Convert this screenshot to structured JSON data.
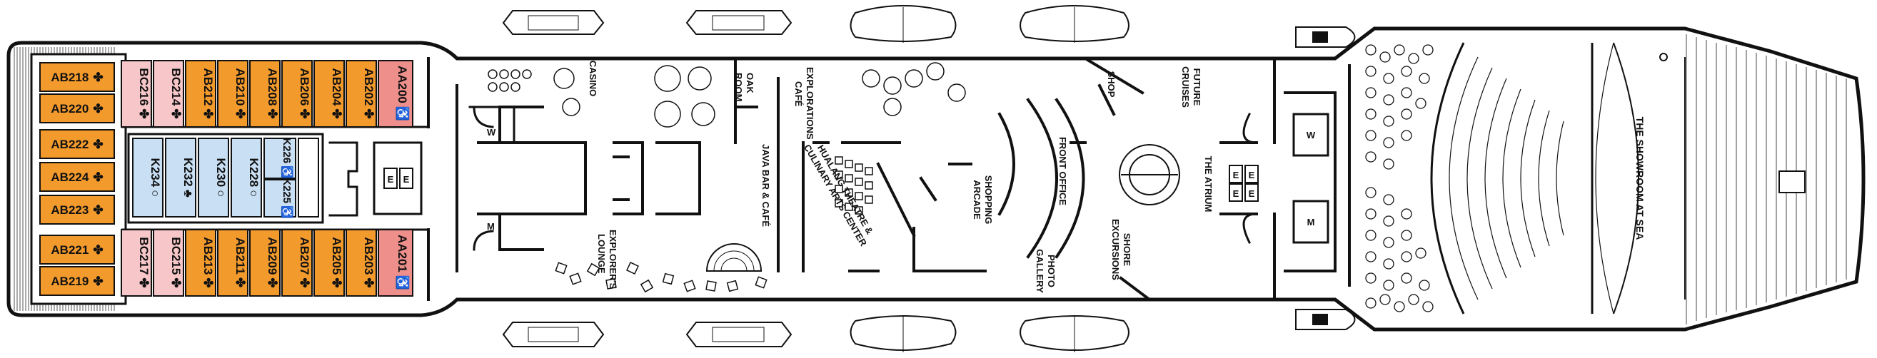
{
  "colors": {
    "balcony": "#f39a2c",
    "suite": "#f6c6c8",
    "accessible": "#ef8f8c",
    "interior": "#c9dff4",
    "outline": "#111111",
    "deck": "#ffffff"
  },
  "legend_symbols": {
    "four_person": "✤",
    "three_person": "♣",
    "two_person": "○",
    "accessible": "♿"
  },
  "cabins": {
    "aft_stack": [
      "AB218",
      "AB220",
      "AB222",
      "AB224",
      "AB223",
      "AB221",
      "AB219"
    ],
    "top_row": [
      "BC216",
      "BC214",
      "AB212",
      "AB210",
      "AB208",
      "AB206",
      "AB204",
      "AB202",
      "AA200"
    ],
    "bottom_row": [
      "BC217",
      "BC215",
      "AB213",
      "AB211",
      "AB209",
      "AB207",
      "AB205",
      "AB203",
      "AA201"
    ],
    "interior": [
      "K234",
      "K232",
      "K230",
      "K228",
      "K226",
      "K225"
    ]
  },
  "venues": {
    "casino": "CASINO",
    "oak_room": "OAK ROOM",
    "java_bar": "JAVA BAR & CAFÉ",
    "explorations_cafe": "EXPLORATIONS CAFÉ",
    "explorers_lounge": "EXPLORER'S LOUNGE",
    "theatre": "HUALANG THEATRE & CULINARY ARTS CENTER",
    "shopping_arcade": "SHOPPING ARCADE",
    "front_office": "FRONT OFFICE",
    "photo_gallery": "PHOTO GALLERY",
    "shop": "SHOP",
    "shore_excursions": "SHORE EXCURSIONS",
    "future_cruises": "FUTURE CRUISES",
    "atrium": "THE ATRIUM",
    "showroom": "THE SHOWROOM AT SEA",
    "restroom_women": "W",
    "restroom_men": "M",
    "elevator": "E"
  }
}
